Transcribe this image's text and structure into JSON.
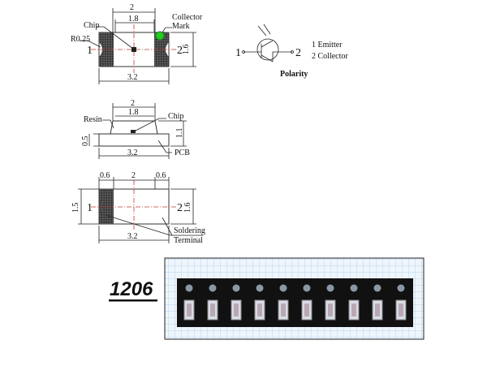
{
  "top_view": {
    "dim_width_outer": "2",
    "dim_width_inner": "1.8",
    "dim_length": "3.2",
    "dim_height": "1.6",
    "label_chip": "Chip",
    "label_radius": "R0.25",
    "pin1": "1",
    "pin2": "2",
    "label_collector": "Collector",
    "label_mark": "Mark",
    "mark_color": "#22cc22"
  },
  "symbol": {
    "pin1": "1",
    "pin2": "2",
    "legend_1": "1 Emitter",
    "legend_2": "2 Collector",
    "title": "Polarity"
  },
  "side_view": {
    "dim_outer": "2",
    "dim_inner": "1.8",
    "dim_length": "3.2",
    "dim_pcb": "0.5",
    "dim_total": "1.1",
    "label_resin": "Resin",
    "label_chip": "Chip",
    "label_pcb": "PCB"
  },
  "bottom_view": {
    "dim_pad_left": "0.6",
    "dim_middle": "2",
    "dim_pad_right": "0.6",
    "dim_pad_height": "1.5",
    "dim_height": "1.6",
    "dim_length": "3.2",
    "pin1": "1",
    "pin2": "2",
    "label_soldering": "Soldering",
    "label_terminal": "Terminal"
  },
  "photo": {
    "package_label": "1206",
    "grid_color": "#9cc3e6",
    "tape_color": "#111111"
  }
}
